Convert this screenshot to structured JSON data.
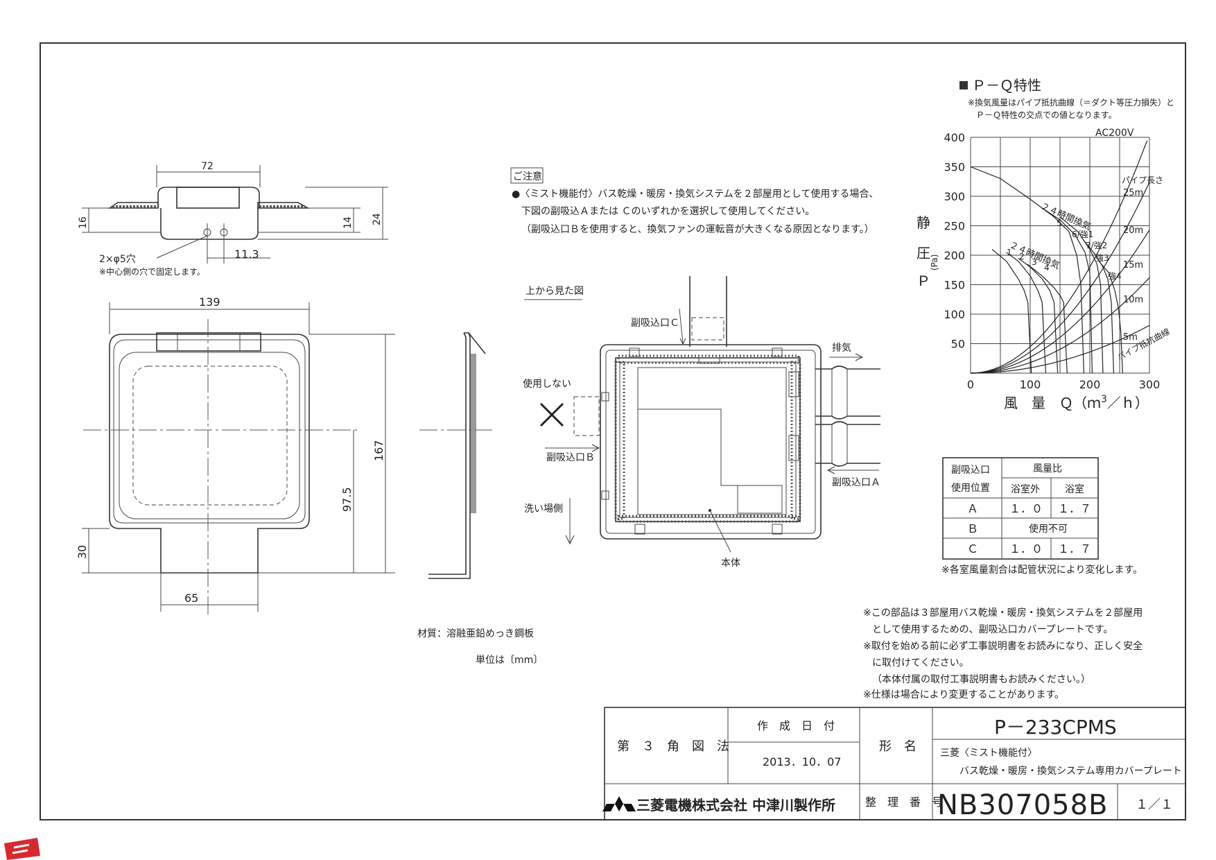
{
  "drawing": {
    "dims": {
      "w72": "72",
      "h16": "16",
      "h14": "14",
      "h24": "24",
      "d113": "11.3",
      "holes": "2×φ5穴",
      "holes_note": "※中心側の穴で固定します。",
      "w139": "139",
      "h167": "167",
      "h975": "97.5",
      "h30": "30",
      "w65": "65"
    },
    "material": "材質：溶融亜鉛めっき鋼板",
    "unit": "単位は〔mm〕"
  },
  "caution": {
    "heading": "ご注意",
    "lines": [
      "●〈ミスト機能付〉バス乾燥・暖房・換気システムを２部屋用として使用する場合、",
      "下図の副吸込Ａまたは Ｃのいずれかを選択して使用してください。",
      "（副吸込口Ｂを使用すると、換気ファンの運転音が大きくなる原因となります。）"
    ]
  },
  "topview": {
    "title": "上から見た図",
    "intake_c": "副吸込口Ｃ",
    "exhaust": "排気",
    "not_used": "使用しない",
    "intake_b": "副吸込口Ｂ",
    "intake_a": "副吸込口Ａ",
    "wash_side": "洗い場側",
    "body": "本体"
  },
  "pq": {
    "title": "Ｐ－Ｑ特性",
    "note1": "※換気風量はパイプ抵抗曲線（＝ダクト等圧力損失）と",
    "note2": "Ｐ－Ｑ特性の交点での値となります。",
    "voltage": "AC200V",
    "ylabel1": "静",
    "ylabel2": "圧",
    "ylabel3": "Ｐ",
    "yunit": "(Pa)",
    "xlabel": "風　量　Ｑ（ｍ",
    "xlabel_sup": "3",
    "xlabel_end": "／ｈ）",
    "pipe_len": "パイプ長さ",
    "label_24a": "２４時間換気",
    "label_24b": "２４時間換気",
    "pipe_curve": "パイプ抵抗曲線",
    "curve_labels": [
      "1",
      "2",
      "3",
      "4",
      "5",
      "6/強1",
      "7/強2",
      "強3",
      "強4"
    ],
    "pipe_labels": [
      "25m",
      "20m",
      "15m",
      "10m",
      "5m"
    ],
    "chart_data": {
      "type": "line",
      "xlim": [
        0,
        300
      ],
      "ylim": [
        0,
        400
      ],
      "x_ticks": [
        "0",
        "100",
        "200",
        "300"
      ],
      "y_ticks": [
        "400",
        "350",
        "300",
        "250",
        "200",
        "150",
        "100",
        "50"
      ],
      "grid": true,
      "fan_curves": [
        {
          "name": "1",
          "points": [
            [
              36,
              210
            ],
            [
              60,
              190
            ],
            [
              80,
              160
            ],
            [
              90,
              140
            ],
            [
              96,
              120
            ],
            [
              102,
              0
            ]
          ]
        },
        {
          "name": "2",
          "points": [
            [
              60,
              205
            ],
            [
              80,
              190
            ],
            [
              100,
              165
            ],
            [
              113,
              140
            ],
            [
              120,
              120
            ],
            [
              126,
              0
            ]
          ]
        },
        {
          "name": "3",
          "points": [
            [
              80,
              195
            ],
            [
              100,
              180
            ],
            [
              120,
              160
            ],
            [
              133,
              140
            ],
            [
              140,
              120
            ],
            [
              146,
              0
            ]
          ]
        },
        {
          "name": "4",
          "points": [
            [
              95,
              185
            ],
            [
              120,
              165
            ],
            [
              140,
              145
            ],
            [
              151,
              130
            ],
            [
              156,
              120
            ],
            [
              162,
              0
            ]
          ]
        },
        {
          "name": "5",
          "points": [
            [
              0,
              350
            ],
            [
              50,
              330
            ],
            [
              100,
              295
            ],
            [
              140,
              265
            ],
            [
              165,
              240
            ],
            [
              178,
              200
            ],
            [
              185,
              150
            ],
            [
              190,
              0
            ]
          ]
        },
        {
          "name": "6/強1",
          "points": [
            [
              120,
              280
            ],
            [
              150,
              260
            ],
            [
              175,
              235
            ],
            [
              192,
              205
            ],
            [
              200,
              170
            ],
            [
              204,
              0
            ]
          ]
        },
        {
          "name": "7/強2",
          "points": [
            [
              150,
              265
            ],
            [
              180,
              240
            ],
            [
              200,
              210
            ],
            [
              212,
              185
            ],
            [
              218,
              150
            ],
            [
              222,
              0
            ]
          ]
        },
        {
          "name": "強3",
          "points": [
            [
              190,
              225
            ],
            [
              210,
              200
            ],
            [
              222,
              180
            ],
            [
              230,
              160
            ],
            [
              236,
              120
            ],
            [
              240,
              0
            ]
          ]
        },
        {
          "name": "強4",
          "points": [
            [
              215,
              190
            ],
            [
              232,
              170
            ],
            [
              242,
              140
            ],
            [
              248,
              110
            ],
            [
              252,
              70
            ],
            [
              255,
              0
            ]
          ]
        }
      ],
      "pipe_curves": [
        {
          "name": "25m",
          "k": 0.0045
        },
        {
          "name": "20m",
          "k": 0.0036
        },
        {
          "name": "15m",
          "k": 0.0027
        },
        {
          "name": "10m",
          "k": 0.0018
        },
        {
          "name": "5m",
          "k": 0.0009
        }
      ]
    }
  },
  "ratio_table": {
    "h_pos1": "副吸込口",
    "h_pos2": "使用位置",
    "h_ratio": "風量比",
    "h_out": "浴室外",
    "h_in": "浴室",
    "rows": [
      {
        "pos": "Ａ",
        "out": "１．０",
        "in": "１．７"
      },
      {
        "pos": "Ｂ",
        "merged": "使用不可"
      },
      {
        "pos": "Ｃ",
        "out": "１．０",
        "in": "１．７"
      }
    ],
    "footnote": "※各室風量割合は配管状況により変化します。"
  },
  "notes": [
    "※この部品は３部屋用バス乾燥・暖房・換気システムを２部屋用",
    "として使用するための、副吸込口カバープレートです。",
    "※取付を始める前に必ず工事説明書をお読みになり、正しく安全",
    "に取付けてください。",
    "（本体付属の取付工事説明書もお読みください。）",
    "※仕様は場合により変更することがあります。"
  ],
  "title_block": {
    "projection": "第　３　角　図　法",
    "date_label": "作　成　日　付",
    "date": "2013．10．07",
    "model_label": "形　名",
    "model": "P－233CPMS",
    "desc1": "三菱〈ミスト機能付〉",
    "desc2": "バス乾燥・暖房・換気システム専用カバープレート",
    "company": "三菱電機株式会社 中津川製作所",
    "number_label": "整　理　番　号",
    "number": "NB307058B",
    "sheet": "１／１"
  },
  "colors": {
    "logo_red": "#d9282f",
    "line": "#333333"
  }
}
